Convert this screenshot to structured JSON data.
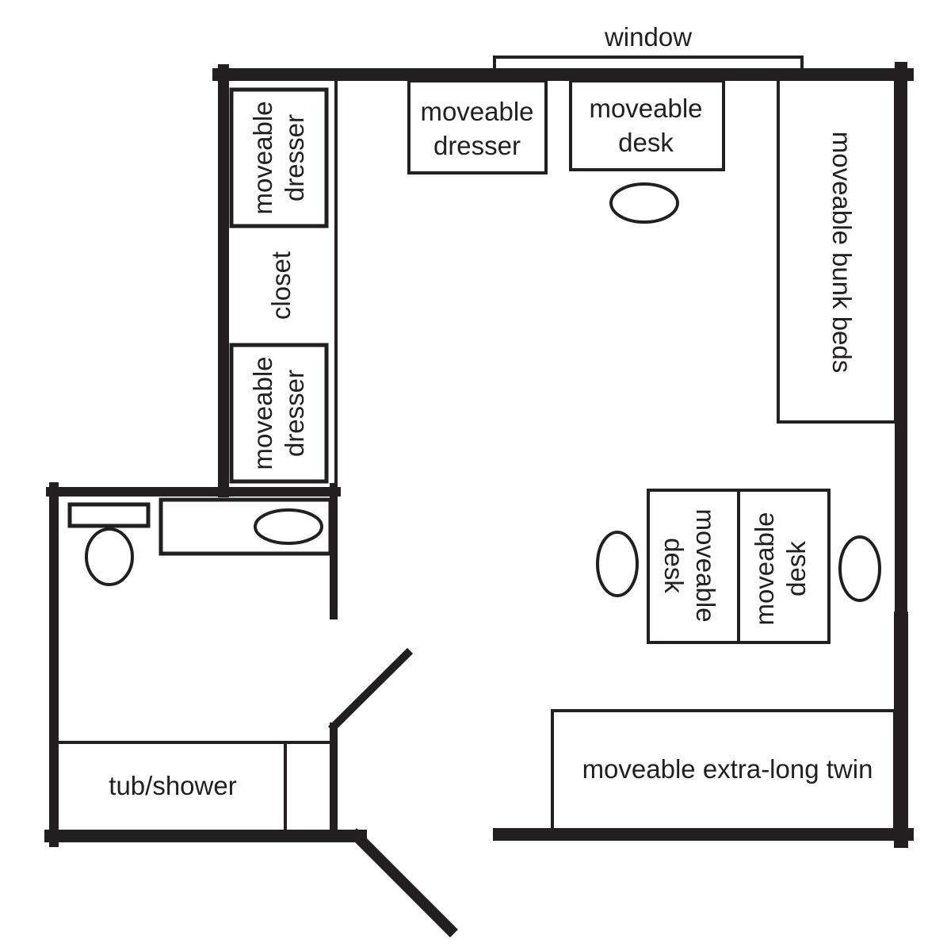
{
  "diagram": {
    "type": "dorm room floor plan",
    "colors": {
      "line": "#231f20",
      "background": "#ffffff"
    },
    "labels": {
      "window": "window",
      "closet": "closet",
      "closet_dresser_top": {
        "line1": "moveable",
        "line2": "dresser"
      },
      "closet_dresser_bottom": {
        "line1": "moveable",
        "line2": "dresser"
      },
      "top_dresser": {
        "line1": "moveable",
        "line2": "dresser"
      },
      "top_desk": {
        "line1": "moveable",
        "line2": "desk"
      },
      "bunk_beds": "moveable bunk beds",
      "desk_left": {
        "line1": "moveable",
        "line2": "desk"
      },
      "desk_right": {
        "line1": "moveable",
        "line2": "desk"
      },
      "twin_bed": "moveable extra-long twin",
      "tub_shower": "tub/shower"
    },
    "fixtures": [
      "toilet",
      "sink-vanity",
      "chair-top-desk",
      "chair-left-desk",
      "chair-right-desk"
    ]
  }
}
